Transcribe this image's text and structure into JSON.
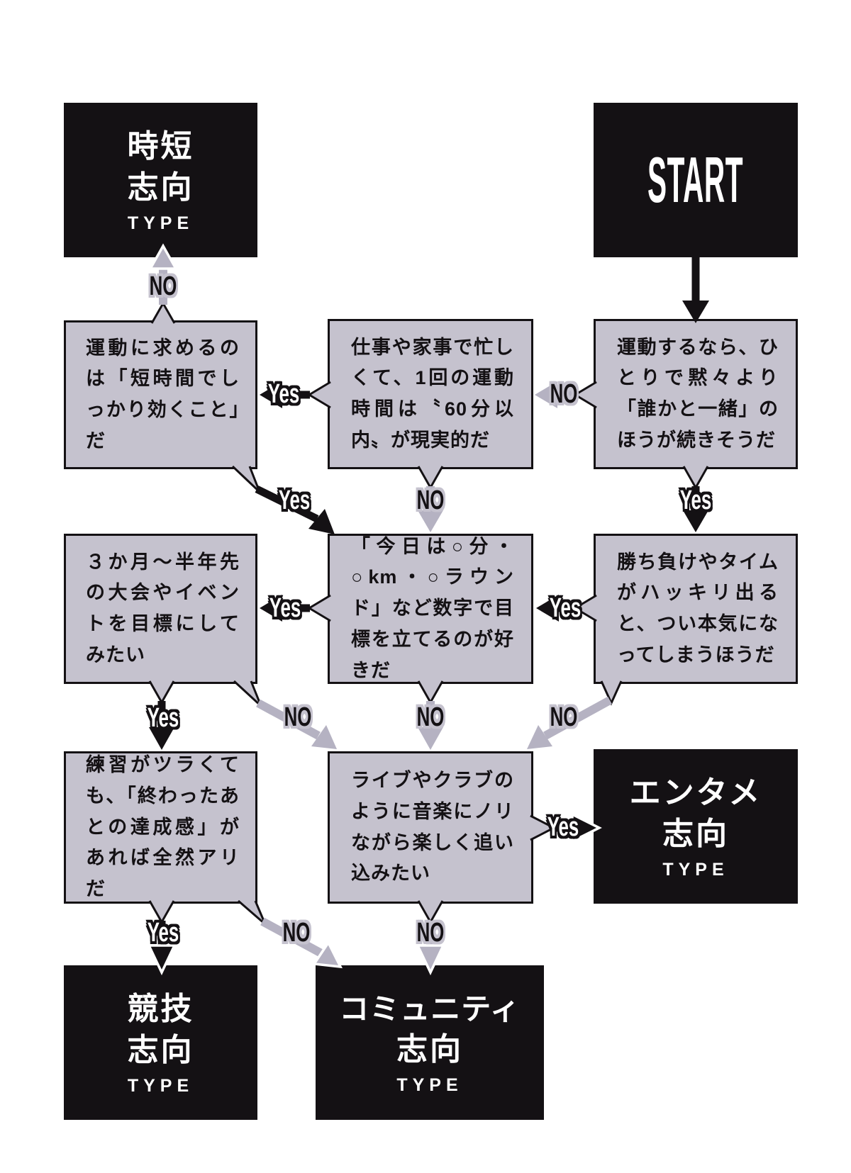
{
  "flowchart": {
    "start": {
      "label": "START"
    },
    "results": {
      "jitan": {
        "line1": "時短",
        "line2": "志向",
        "type_label": "TYPE"
      },
      "entame": {
        "line1": "エンタメ",
        "line2": "志向",
        "type_label": "TYPE"
      },
      "kyougi": {
        "line1": "競技",
        "line2": "志向",
        "type_label": "TYPE"
      },
      "community": {
        "line1": "コミュニティ",
        "line2": "志向",
        "type_label": "TYPE"
      }
    },
    "questions": {
      "short_workout": "運動に求めるのは「短時間でしっかり効くこと」だ",
      "busy_60min": "仕事や家事で忙しくて、1回の運動時間は〝60分以内〟が現実的だ",
      "with_others": "運動するなら、ひとりで黙々より「誰かと一緒」のほうが続きそうだ",
      "event_goal": "３か月〜半年先の大会やイベントを目標にしてみたい",
      "number_goal": "「今日は○分・○km・○ラウンド」など数字で目標を立てるのが好きだ",
      "competitive": "勝ち負けやタイムがハッキリ出ると、つい本気になってしまうほうだ",
      "achievement": "練習がツラくても、「終わったあとの達成感」があれば全然アリだ",
      "music": "ライブやクラブのように音楽にノリながら楽しく追い込みたい"
    },
    "edge_labels": {
      "yes": "Yes",
      "no": "NO"
    },
    "colors": {
      "box_fill": "#c5c2ce",
      "arrow_gray": "#b5b2c2",
      "ink_black": "#141114",
      "text_white": "#ffffff"
    }
  }
}
